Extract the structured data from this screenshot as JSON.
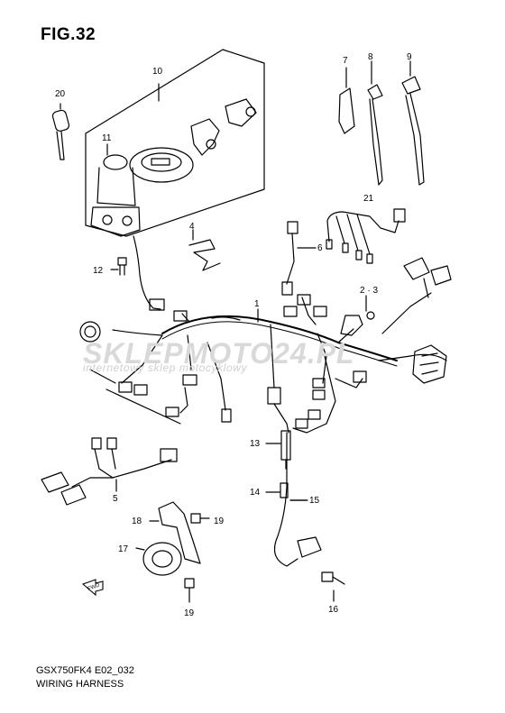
{
  "figure": {
    "title": "FIG.32",
    "model_code": "GSX750FK4 E02_032",
    "caption": "WIRING HARNESS"
  },
  "watermark": {
    "main_text": "SKLEPMOTO24.PL",
    "tagline": "internetowy sklep motocyklowy"
  },
  "arrow_label": "FWD",
  "callouts": [
    "1",
    "2 · 3",
    "4",
    "5",
    "6",
    "7",
    "8",
    "9",
    "10",
    "11",
    "12",
    "13",
    "14",
    "15",
    "16",
    "17",
    "18",
    "19",
    "19",
    "20",
    "21"
  ]
}
